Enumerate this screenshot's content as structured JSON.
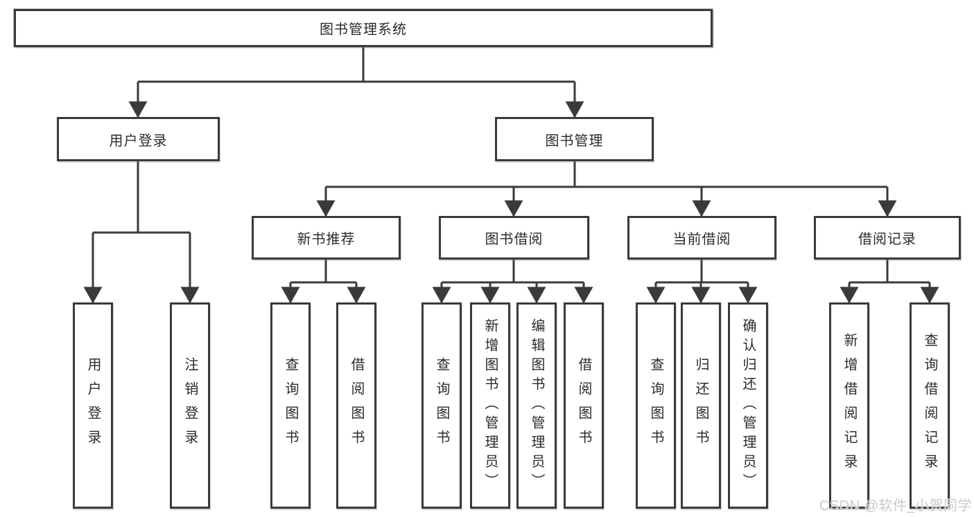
{
  "diagram": {
    "title": "图书管理系统",
    "tree": {
      "label": "图书管理系统",
      "children": [
        {
          "label": "用户登录",
          "children": [
            {
              "label": "用户登录"
            },
            {
              "label": "注销登录"
            }
          ]
        },
        {
          "label": "图书管理",
          "children": [
            {
              "label": "新书推荐",
              "children": [
                {
                  "label": "查询图书"
                },
                {
                  "label": "借阅图书"
                }
              ]
            },
            {
              "label": "图书借阅",
              "children": [
                {
                  "label": "查询图书"
                },
                {
                  "label": "新增图书（管理员）"
                },
                {
                  "label": "编辑图书（管理员）"
                },
                {
                  "label": "借阅图书"
                }
              ]
            },
            {
              "label": "当前借阅",
              "children": [
                {
                  "label": "查询图书"
                },
                {
                  "label": "归还图书"
                },
                {
                  "label": "确认归还（管理员）"
                }
              ]
            },
            {
              "label": "借阅记录",
              "children": [
                {
                  "label": "新增借阅记录"
                },
                {
                  "label": "查询借阅记录"
                }
              ]
            }
          ]
        }
      ]
    }
  },
  "watermark": {
    "text": "CSDN @软件_小贺同学"
  },
  "colors": {
    "line": "#3a3a3a",
    "box_border": "#3a3a3a",
    "box_fill": "#ffffff",
    "text": "#2b2b2b",
    "watermark": "#c9c9c9",
    "background": "#ffffff"
  }
}
